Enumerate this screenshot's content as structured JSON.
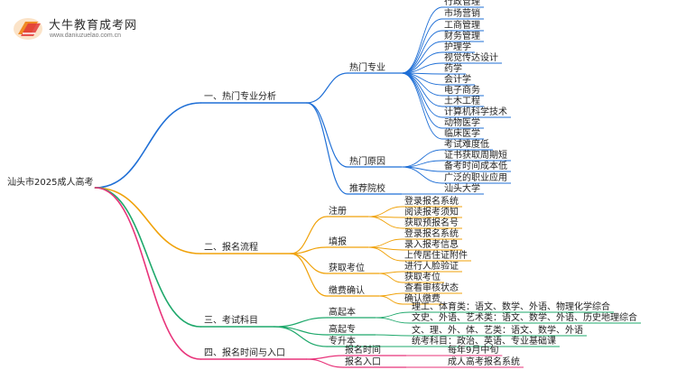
{
  "logo": {
    "name": "大牛教育成考网",
    "url": "www.daniuzuelao.com.cn"
  },
  "root": "汕头市2025成人高考",
  "colors": {
    "blue": "#1f6fd6",
    "orange": "#f0a20a",
    "green": "#1ea86b",
    "pink": "#e8337a"
  },
  "branches": [
    {
      "label": "一、热门专业分析",
      "color": "blue",
      "children": [
        {
          "label": "热门专业",
          "children": [
            "行政管理",
            "市场营销",
            "工商管理",
            "财务管理",
            "护理学",
            "视觉传达设计",
            "药学",
            "会计学",
            "电子商务",
            "土木工程",
            "计算机科学技术",
            "动物医学",
            "临床医学"
          ]
        },
        {
          "label": "热门原因",
          "children": [
            "考试难度低",
            "证书获取周期短",
            "备考时间成本低",
            "广泛的职业应用"
          ]
        },
        {
          "label": "推荐院校",
          "children": [
            "汕头大学"
          ]
        }
      ]
    },
    {
      "label": "二、报名流程",
      "color": "orange",
      "children": [
        {
          "label": "注册",
          "children": [
            "登录报名系统",
            "阅读报考须知",
            "获取预报名号"
          ]
        },
        {
          "label": "填报",
          "children": [
            "登录报名系统",
            "录入报考信息",
            "上传居住证附件"
          ]
        },
        {
          "label": "获取考位",
          "children": [
            "进行人脸验证",
            "获取考位"
          ]
        },
        {
          "label": "缴费确认",
          "children": [
            "查看审核状态",
            "确认缴费"
          ]
        }
      ]
    },
    {
      "label": "三、考试科目",
      "color": "green",
      "children": [
        {
          "label": "高起本",
          "children": [
            "理工、体育类：语文、数学、外语、物理化学综合",
            "文史、外语、艺术类：语文、数学、外语、历史地理综合"
          ]
        },
        {
          "label": "高起专",
          "children": [
            "文、理、外、体、艺类：语文、数学、外语"
          ]
        },
        {
          "label": "专升本",
          "children": [
            "统考科目：政治、英语、专业基础课"
          ]
        }
      ]
    },
    {
      "label": "四、报名时间与入口",
      "color": "pink",
      "children": [
        {
          "label": "报名时间",
          "children": [
            "每年9月中旬"
          ]
        },
        {
          "label": "报名入口",
          "children": [
            "成人高考报名系统"
          ]
        }
      ]
    }
  ]
}
